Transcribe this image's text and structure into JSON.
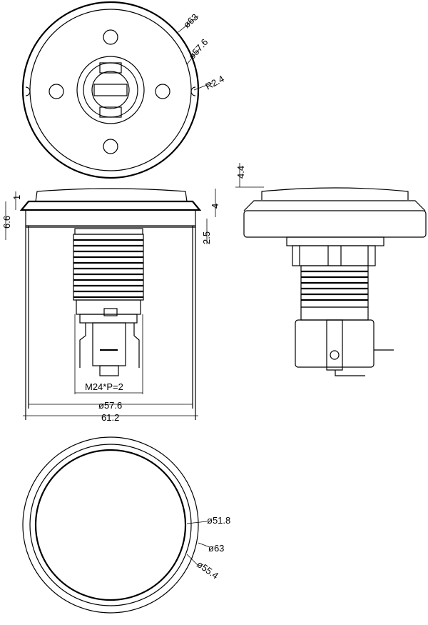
{
  "top_view": {
    "dims": {
      "outer_dia": "ø63",
      "ring_dia": "ø57.6",
      "notch_radius": "R2.4"
    }
  },
  "side_view": {
    "dims": {
      "cap_height": "1",
      "total_head": "6.6",
      "flange": "4",
      "gap": "2.5",
      "thread": "M24*P=2",
      "body_dia": "ø57.6",
      "flange_dia": "61.2"
    }
  },
  "right_view": {
    "dims": {
      "dome_height": "4.4"
    }
  },
  "bottom_view": {
    "dims": {
      "lens_dia": "ø51.8",
      "outer_dia": "ø63",
      "bezel_dia": "ø55.4"
    }
  },
  "colors": {
    "line": "#000000",
    "background": "#ffffff"
  }
}
